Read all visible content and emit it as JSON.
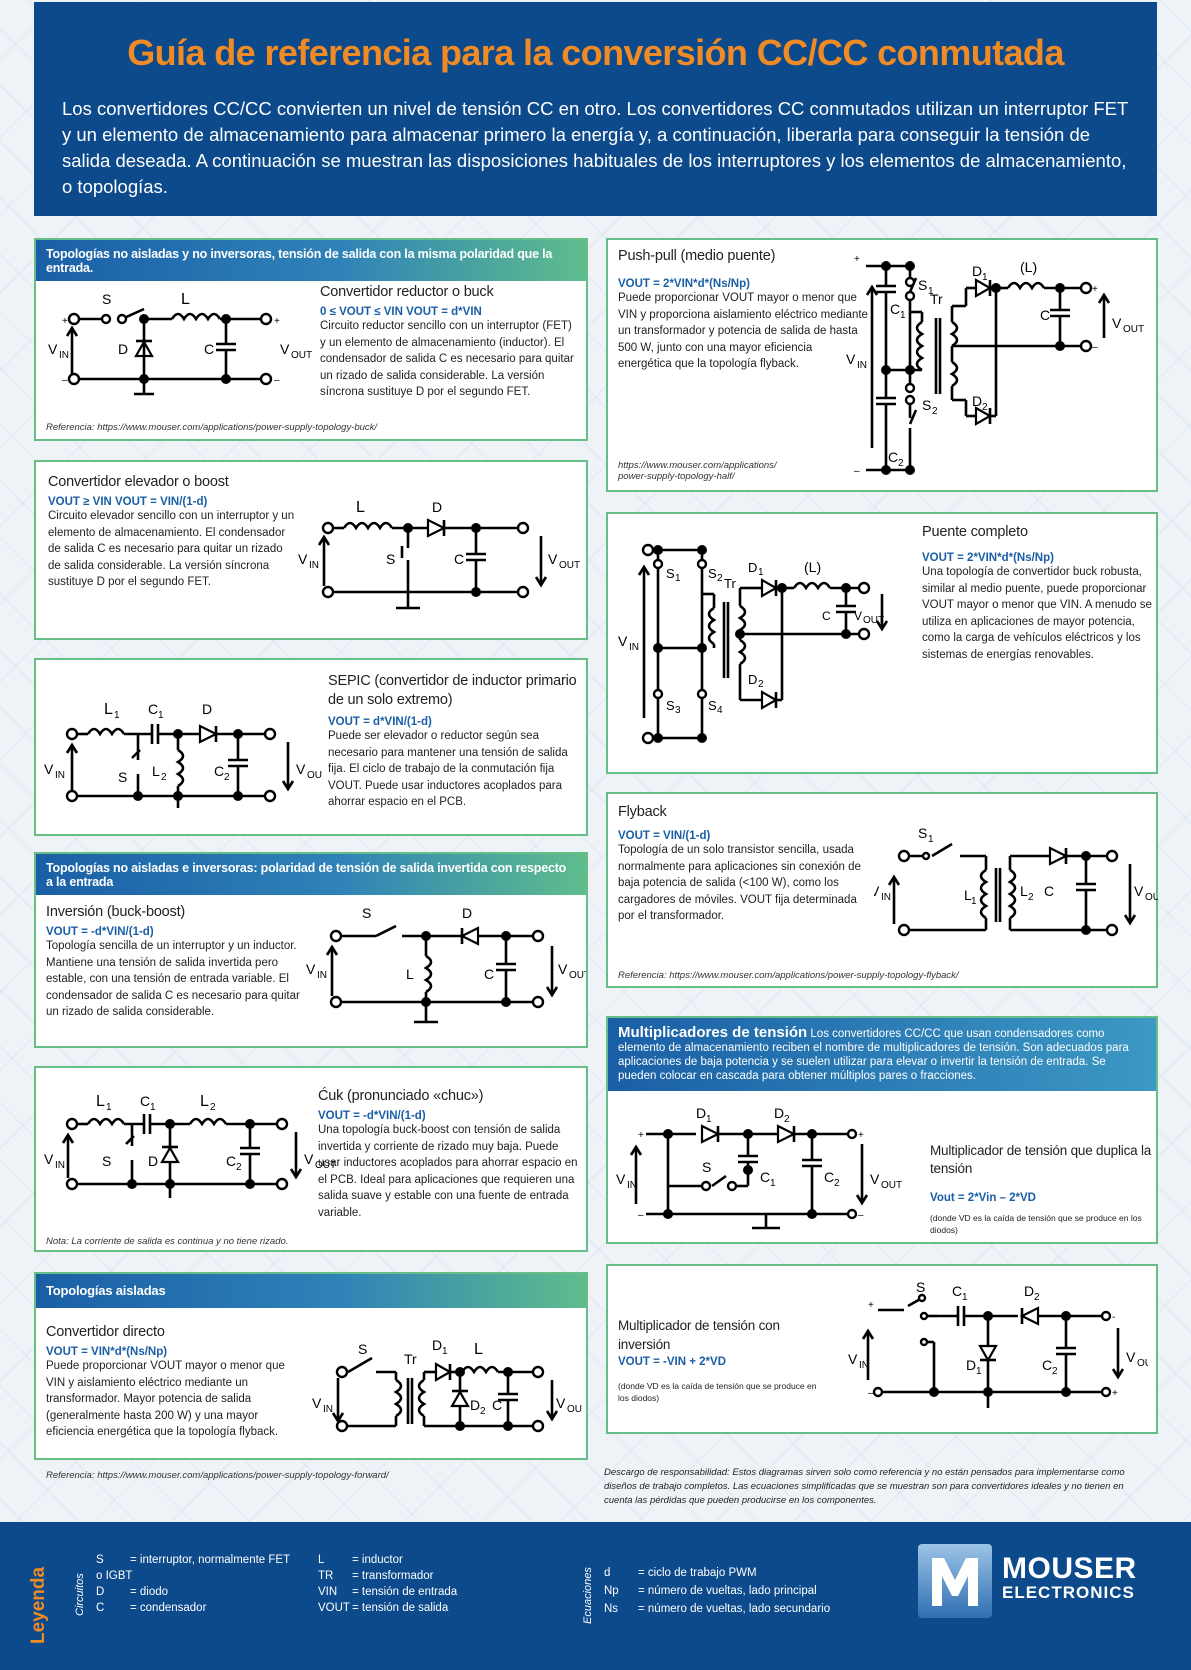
{
  "header": {
    "title": "Guía de referencia para la conversión CC/CC conmutada",
    "intro": "Los convertidores CC/CC convierten un nivel de tensión CC en otro. Los convertidores CC conmutados utilizan un interruptor FET y un elemento de almacenamiento para almacenar primero la energía y, a continuación, liberarla para conseguir la tensión de salida deseada. A continuación se muestran las disposiciones habituales de los interruptores y los elementos de almacenamiento, o topologías."
  },
  "buck": {
    "banner": "Topologías no aisladas y no inversoras, tensión de salida con la misma polaridad que la entrada.",
    "title": "Convertidor reductor o buck",
    "eq": "0 ≤ VOUT ≤ VIN      VOUT = d*VIN",
    "desc": "Circuito reductor sencillo con un interruptor (FET) y un elemento de almacenamiento (inductor). El condensador de salida C es necesario para quitar un rizado de salida considerable. La versión síncrona sustituye D por el segundo FET.",
    "ref": "Referencia: https://www.mouser.com/applications/power-supply-topology-buck/"
  },
  "boost": {
    "title": "Convertidor elevador o boost",
    "eq": "VOUT ≥ VIN      VOUT = VIN/(1-d)",
    "desc": "Circuito elevador sencillo con un interruptor y un elemento de almacenamiento. El condensador de salida C es necesario para quitar un rizado de salida considerable. La versión síncrona sustituye D por el segundo FET."
  },
  "sepic": {
    "title": "SEPIC (convertidor de inductor primario de un solo extremo)",
    "eq": "VOUT = d*VIN/(1-d)",
    "desc": "Puede ser elevador o reductor según sea necesario para mantener una tensión de salida fija. El ciclo de trabajo de la conmutación fija VOUT. Puede usar inductores acoplados para ahorrar espacio en el PCB."
  },
  "inverting": {
    "banner": "Topologías no aisladas e inversoras: polaridad de tensión de salida invertida con respecto a la entrada",
    "title": "Inversión (buck-boost)",
    "eq": "VOUT = -d*VIN/(1-d)",
    "desc": "Topología sencilla de un interruptor y un inductor. Mantiene una tensión de salida invertida pero estable, con una tensión de entrada variable. El condensador de salida C es necesario para quitar un rizado de salida considerable."
  },
  "cuk": {
    "title": "Ćuk (pronunciado «chuc»)",
    "eq": "VOUT = -d*VIN/(1-d)",
    "desc": "Una topología buck-boost con tensión de salida invertida y corriente de rizado muy baja. Puede usar inductores acoplados para ahorrar espacio en el PCB. Ideal para aplicaciones que requieren una salida suave y estable con una fuente de entrada variable.",
    "note": "Nota: La corriente de salida es continua y no tiene rizado."
  },
  "forward": {
    "banner": "Topologías aisladas",
    "title": "Convertidor directo",
    "eq": "VOUT = VIN*d*(Ns/Np)",
    "desc": "Puede proporcionar VOUT mayor o menor que VIN y aislamiento eléctrico mediante un transformador. Mayor potencia de salida (generalmente hasta 200 W) y una mayor eficiencia energética que la topología flyback.",
    "ref": "Referencia: https://www.mouser.com/applications/power-supply-topology-forward/"
  },
  "pushpull": {
    "title": "Push-pull (medio puente)",
    "eq": "VOUT = 2*VIN*d*(Ns/Np)",
    "desc": "Puede proporcionar VOUT mayor o menor que VIN y proporciona aislamiento eléctrico mediante un transformador y potencia de salida de hasta 500 W, junto con una mayor eficiencia energética que la topología flyback.",
    "ref": "https://www.mouser.com/applications/ power-supply-topology-half/"
  },
  "fullbridge": {
    "title": "Puente completo",
    "eq": "VOUT = 2*VIN*d*(Ns/Np)",
    "desc": "Una topología de convertidor buck robusta, similar al medio puente, puede proporcionar VOUT mayor o menor que VIN. A menudo se utiliza en aplicaciones de mayor potencia, como la carga de vehículos eléctricos y los sistemas de energías renovables."
  },
  "flyback": {
    "title": "Flyback",
    "eq": "VOUT = VIN/(1-d)",
    "desc": "Topología de un solo transistor sencilla, usada normalmente para aplicaciones sin conexión de baja potencia de salida (<100 W), como los cargadores de móviles. VOUT fija determinada por el transformador.",
    "ref": "Referencia: https://www.mouser.com/applications/power-supply-topology-flyback/"
  },
  "multipliers": {
    "title": "Multiplicadores de tensión",
    "intro": "Los convertidores CC/CC que usan condensadores como elemento de almacenamiento reciben el nombre de multiplicadores de tensión. Son adecuados para aplicaciones de baja potencia y se suelen utilizar para elevar o invertir la tensión de entrada. Se pueden colocar en cascada para obtener múltiplos pares o fracciones.",
    "doubler_title": "Multiplicador de tensión que duplica la tensión",
    "doubler_eq": "Vout = 2*Vin – 2*VD",
    "doubler_note": "(donde VD es la caída de tensión que se produce en los diodos)",
    "inv_title": "Multiplicador de tensión con inversión",
    "inv_eq": "VOUT = -VIN + 2*VD",
    "inv_note": "(donde VD es la caída de tensión que se produce en los diodos)"
  },
  "disclaimer": "Descargo de responsabilidad: Estos diagramas sirven solo como referencia y no están pensados para implementarse como diseños de trabajo completos. Las ecuaciones simplificadas que se muestran son para convertidores ideales y no tienen en cuenta las pérdidas que pueden producirse en los componentes.",
  "legend": {
    "title": "Leyenda",
    "circuits_label": "Circuitos",
    "equations_label": "Ecuaciones",
    "col1": [
      "S",
      "= interruptor, normalmente FET o IGBT",
      "D",
      "= diodo",
      "C",
      "= condensador"
    ],
    "col2": [
      "L",
      "= inductor",
      "TR",
      "= transformador",
      "VIN",
      "= tensión de entrada",
      "VOUT",
      "= tensión de salida"
    ],
    "col3": [
      "d",
      "= ciclo de trabajo PWM",
      "Np",
      "= número de vueltas, lado principal",
      "Ns",
      "= número de vueltas, lado secundario"
    ]
  },
  "logo": {
    "line1": "MOUSER",
    "line2": "ELECTRONICS",
    "mark": "M"
  }
}
